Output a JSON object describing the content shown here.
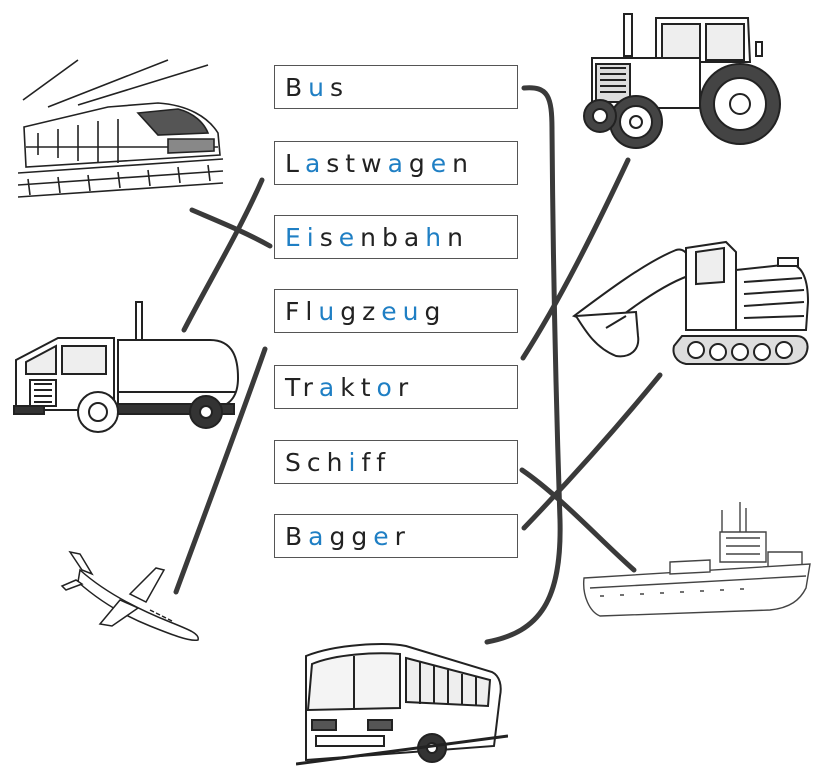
{
  "words": [
    {
      "id": "bus",
      "text": "Bus",
      "vowel_positions": [
        1
      ]
    },
    {
      "id": "lastwagen",
      "text": "Lastwagen",
      "vowel_positions": [
        1,
        5,
        7
      ]
    },
    {
      "id": "eisenbahn",
      "text": "Eisenbahn",
      "vowel_positions": [
        0,
        1,
        3,
        7
      ]
    },
    {
      "id": "flugzeug",
      "text": "Flugzeug",
      "vowel_positions": [
        2,
        5,
        6
      ]
    },
    {
      "id": "traktor",
      "text": "Traktor",
      "vowel_positions": [
        2,
        5
      ]
    },
    {
      "id": "schiff",
      "text": "Schiff",
      "vowel_positions": [
        3
      ]
    },
    {
      "id": "bagger",
      "text": "Bagger",
      "vowel_positions": [
        1,
        4
      ]
    }
  ],
  "pictures": [
    {
      "id": "train",
      "icon": "train-icon"
    },
    {
      "id": "truck",
      "icon": "tanker-truck-icon"
    },
    {
      "id": "plane",
      "icon": "airplane-icon"
    },
    {
      "id": "bus",
      "icon": "bus-icon"
    },
    {
      "id": "tractor",
      "icon": "tractor-icon"
    },
    {
      "id": "excavator",
      "icon": "excavator-icon"
    },
    {
      "id": "ship",
      "icon": "ship-icon"
    }
  ],
  "colors": {
    "vowel": "#1f7fc4",
    "consonant": "#222222",
    "line": "#3a3a3a",
    "box_border": "#555555"
  }
}
